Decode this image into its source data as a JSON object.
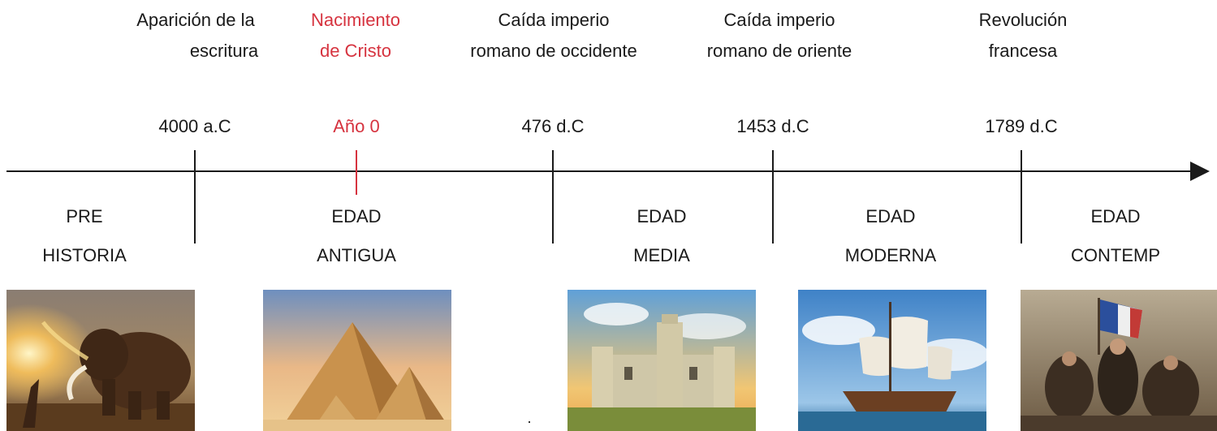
{
  "events": [
    {
      "line1": "Aparición de la",
      "line2": "escritura"
    },
    {
      "line1": "Nacimiento",
      "line2": "de Cristo"
    },
    {
      "line1": "Caída imperio",
      "line2": "romano de occidente"
    },
    {
      "line1": "Caída imperio",
      "line2": "romano de oriente"
    },
    {
      "line1": "Revolución",
      "line2": "francesa"
    }
  ],
  "dates": [
    "4000 a.C",
    "Año 0",
    "476 d.C",
    "1453 d.C",
    "1789 d.C"
  ],
  "eras": [
    {
      "line1": "PRE",
      "line2": "HISTORIA"
    },
    {
      "line1": "EDAD",
      "line2": "ANTIGUA"
    },
    {
      "line1": "EDAD",
      "line2": "MEDIA"
    },
    {
      "line1": "EDAD",
      "line2": "MODERNA"
    },
    {
      "line1": "EDAD",
      "line2": "CONTEMP"
    }
  ],
  "colors": {
    "highlight": "#d6333f",
    "axis": "#1a1a1a"
  },
  "images": [
    "mammoth-hunt",
    "pyramids",
    "castle",
    "caravel-ship",
    "revolution-painting"
  ]
}
